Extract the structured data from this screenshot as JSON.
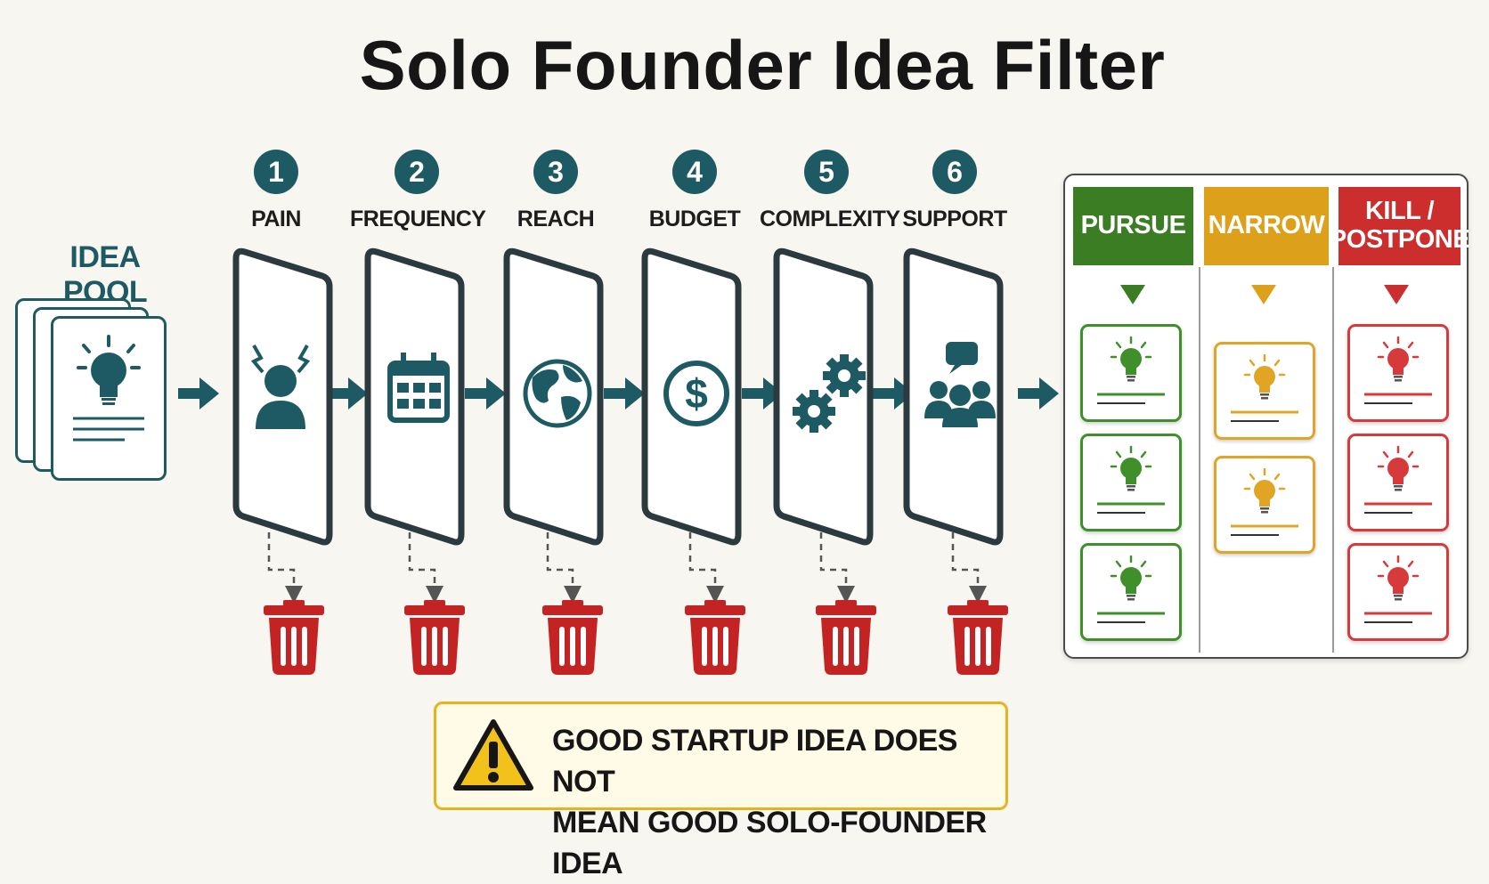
{
  "title": "Solo Founder Idea Filter",
  "idea_pool": {
    "label": "IDEA POOL",
    "icon": "lightbulb-icon"
  },
  "steps": [
    {
      "number": "1",
      "label": "PAIN",
      "icon": "stressed-person-icon"
    },
    {
      "number": "2",
      "label": "FREQUENCY",
      "icon": "calendar-icon"
    },
    {
      "number": "3",
      "label": "REACH",
      "icon": "globe-icon"
    },
    {
      "number": "4",
      "label": "BUDGET",
      "icon": "dollar-coin-icon"
    },
    {
      "number": "5",
      "label": "COMPLEXITY",
      "icon": "gears-icon"
    },
    {
      "number": "6",
      "label": "SUPPORT",
      "icon": "chat-group-icon"
    }
  ],
  "discard_icon": "trash-bin-icon",
  "outcomes": [
    {
      "label": "PURSUE",
      "color": "#3a7d23",
      "accent": "#3f8f2a",
      "card_count": 3
    },
    {
      "label": "NARROW",
      "color": "#dca01a",
      "accent": "#e0a524",
      "card_count": 2
    },
    {
      "label": "KILL / POSTPONE",
      "label_line1": "KILL /",
      "label_line2": "POSTPONE",
      "color": "#cc2e2e",
      "accent": "#d63a3a",
      "card_count": 3
    }
  ],
  "warning": {
    "line1": "GOOD STARTUP IDEA DOES NOT",
    "line2": "MEAN GOOD SOLO-FOUNDER IDEA",
    "icon": "warning-triangle-icon"
  },
  "colors": {
    "teal": "#1e5a63",
    "dark": "#2b3a3f",
    "trash": "#c42323"
  }
}
